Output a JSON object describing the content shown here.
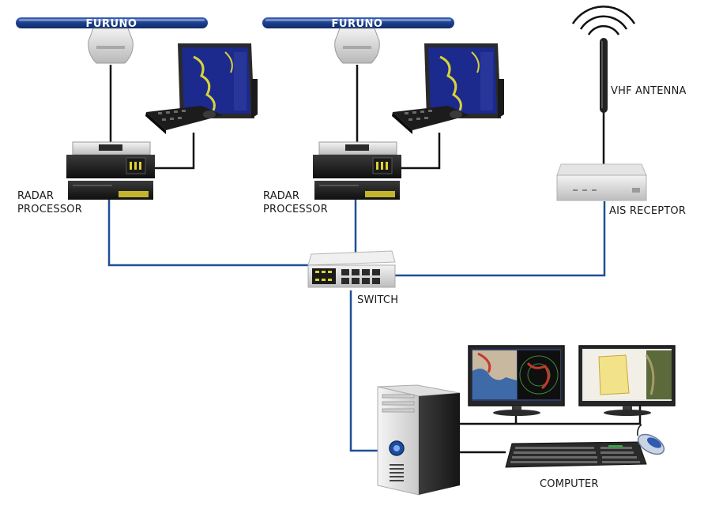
{
  "labels": {
    "radar_processor_1": [
      "RADAR",
      "PROCESSOR"
    ],
    "radar_processor_2": [
      "RADAR",
      "PROCESSOR"
    ],
    "vhf_antenna": "VHF ANTENNA",
    "ais_receptor": "AIS RECEPTOR",
    "switch": "SWITCH",
    "computer": "COMPUTER"
  },
  "antenna_brand_1": "FURUNO",
  "antenna_brand_2": "FURUNO",
  "colors": {
    "network_line": "#1f4e96",
    "power_line": "#111111",
    "antenna_bar": "#1b3f8e",
    "screen_blue": "#1b2a8c"
  }
}
